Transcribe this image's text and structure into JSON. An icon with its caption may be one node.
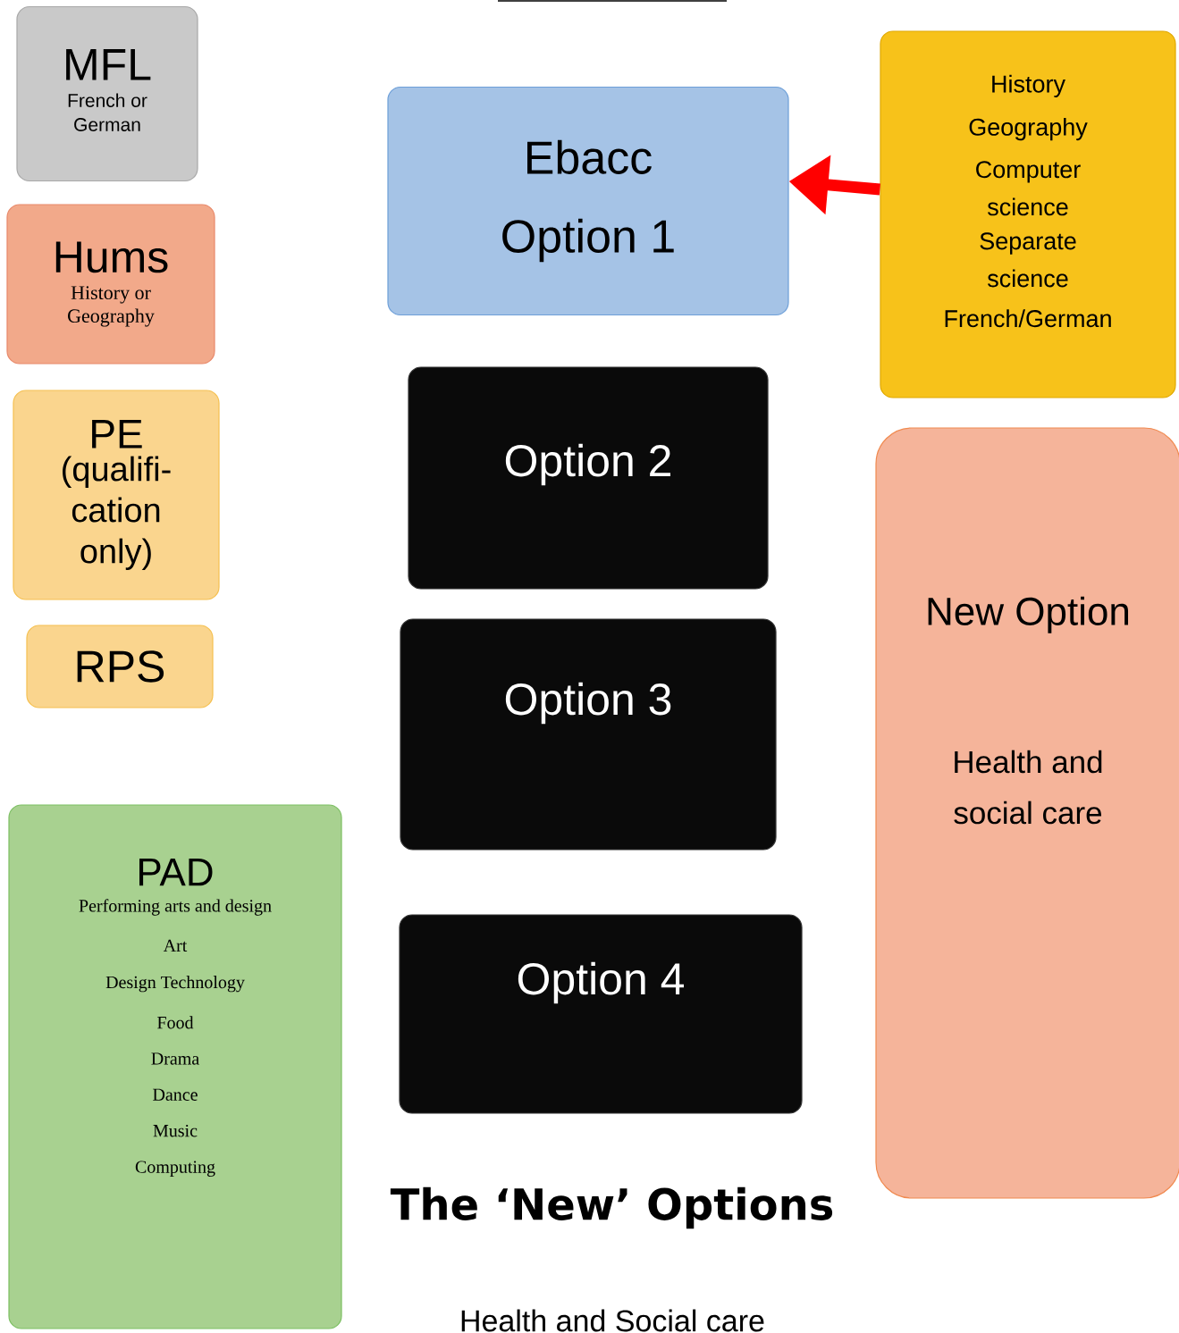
{
  "diagram": {
    "nodes": [
      {
        "text": [
          "MFL",
          "French or German"
        ]
      },
      {
        "text": [
          "Hums",
          "History or Geography"
        ]
      },
      {
        "text": [
          "PE",
          "(qualifi- cation only)"
        ]
      },
      {
        "text": [
          "RPS"
        ]
      },
      {
        "text": [
          "PAD",
          "Performing arts and design",
          "Art",
          "Design Technology",
          "Food",
          "Drama",
          "Dance",
          "Music",
          "Computing"
        ]
      },
      {
        "text": [
          "Ebacc Option 1"
        ]
      },
      {
        "text": [
          "Option 2"
        ]
      },
      {
        "text": [
          "Option 3"
        ]
      },
      {
        "text": [
          "Option 4"
        ]
      },
      {
        "text": [
          "History",
          "Geography",
          "Computer science",
          "Separate science",
          "French/German"
        ]
      },
      {
        "text": [
          "New Option",
          "Health and social care"
        ]
      }
    ],
    "edges": [
      {
        "from": 9,
        "to": 5,
        "arrow": "to",
        "color": "#ff0000"
      }
    ],
    "labels": [
      "The ‘New’ Options",
      "Health and Social care"
    ]
  }
}
